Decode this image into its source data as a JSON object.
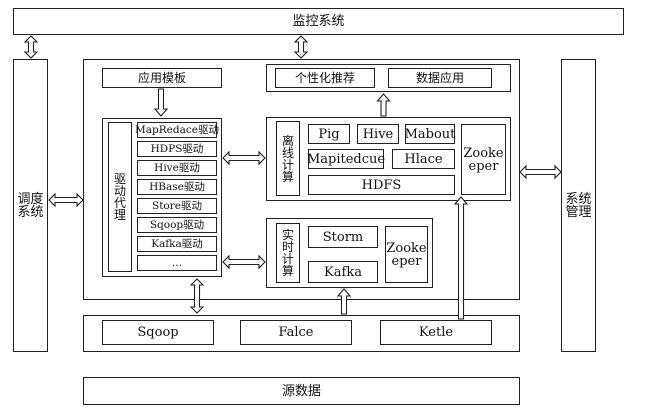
{
  "top_bar": {
    "label": "监控系统"
  },
  "left_bar": {
    "label": "调度系统"
  },
  "right_bar": {
    "label": "系统管理"
  },
  "bottom_bar": {
    "label": "源数据"
  },
  "app_template": {
    "label": "应用模板"
  },
  "driver_proxy": {
    "label": "驱动代理",
    "drivers": [
      "MapRedace驱动",
      "HDPS驱动",
      "Hive驱动",
      "HBase驱动",
      "Store驱动",
      "Sqoop驱动",
      "Kafka驱动",
      "…"
    ]
  },
  "apps": {
    "personalized": "个性化推荐",
    "data_app": "数据应用"
  },
  "offline": {
    "label": "离线计算",
    "pig": "Pig",
    "hive": "Hive",
    "mahout": "Mabout",
    "mapreduce": "Mapitedcue",
    "hbase": "Hlace",
    "hdfs": "HDFS",
    "zookeeper": "Zookeeper"
  },
  "realtime": {
    "label": "实时计算",
    "storm": "Storm",
    "kafka": "Kafka",
    "zookeeper": "Zookeeper"
  },
  "ingest": {
    "sqoop": "Sqoop",
    "flume": "Falce",
    "kettle": "Ketle"
  }
}
